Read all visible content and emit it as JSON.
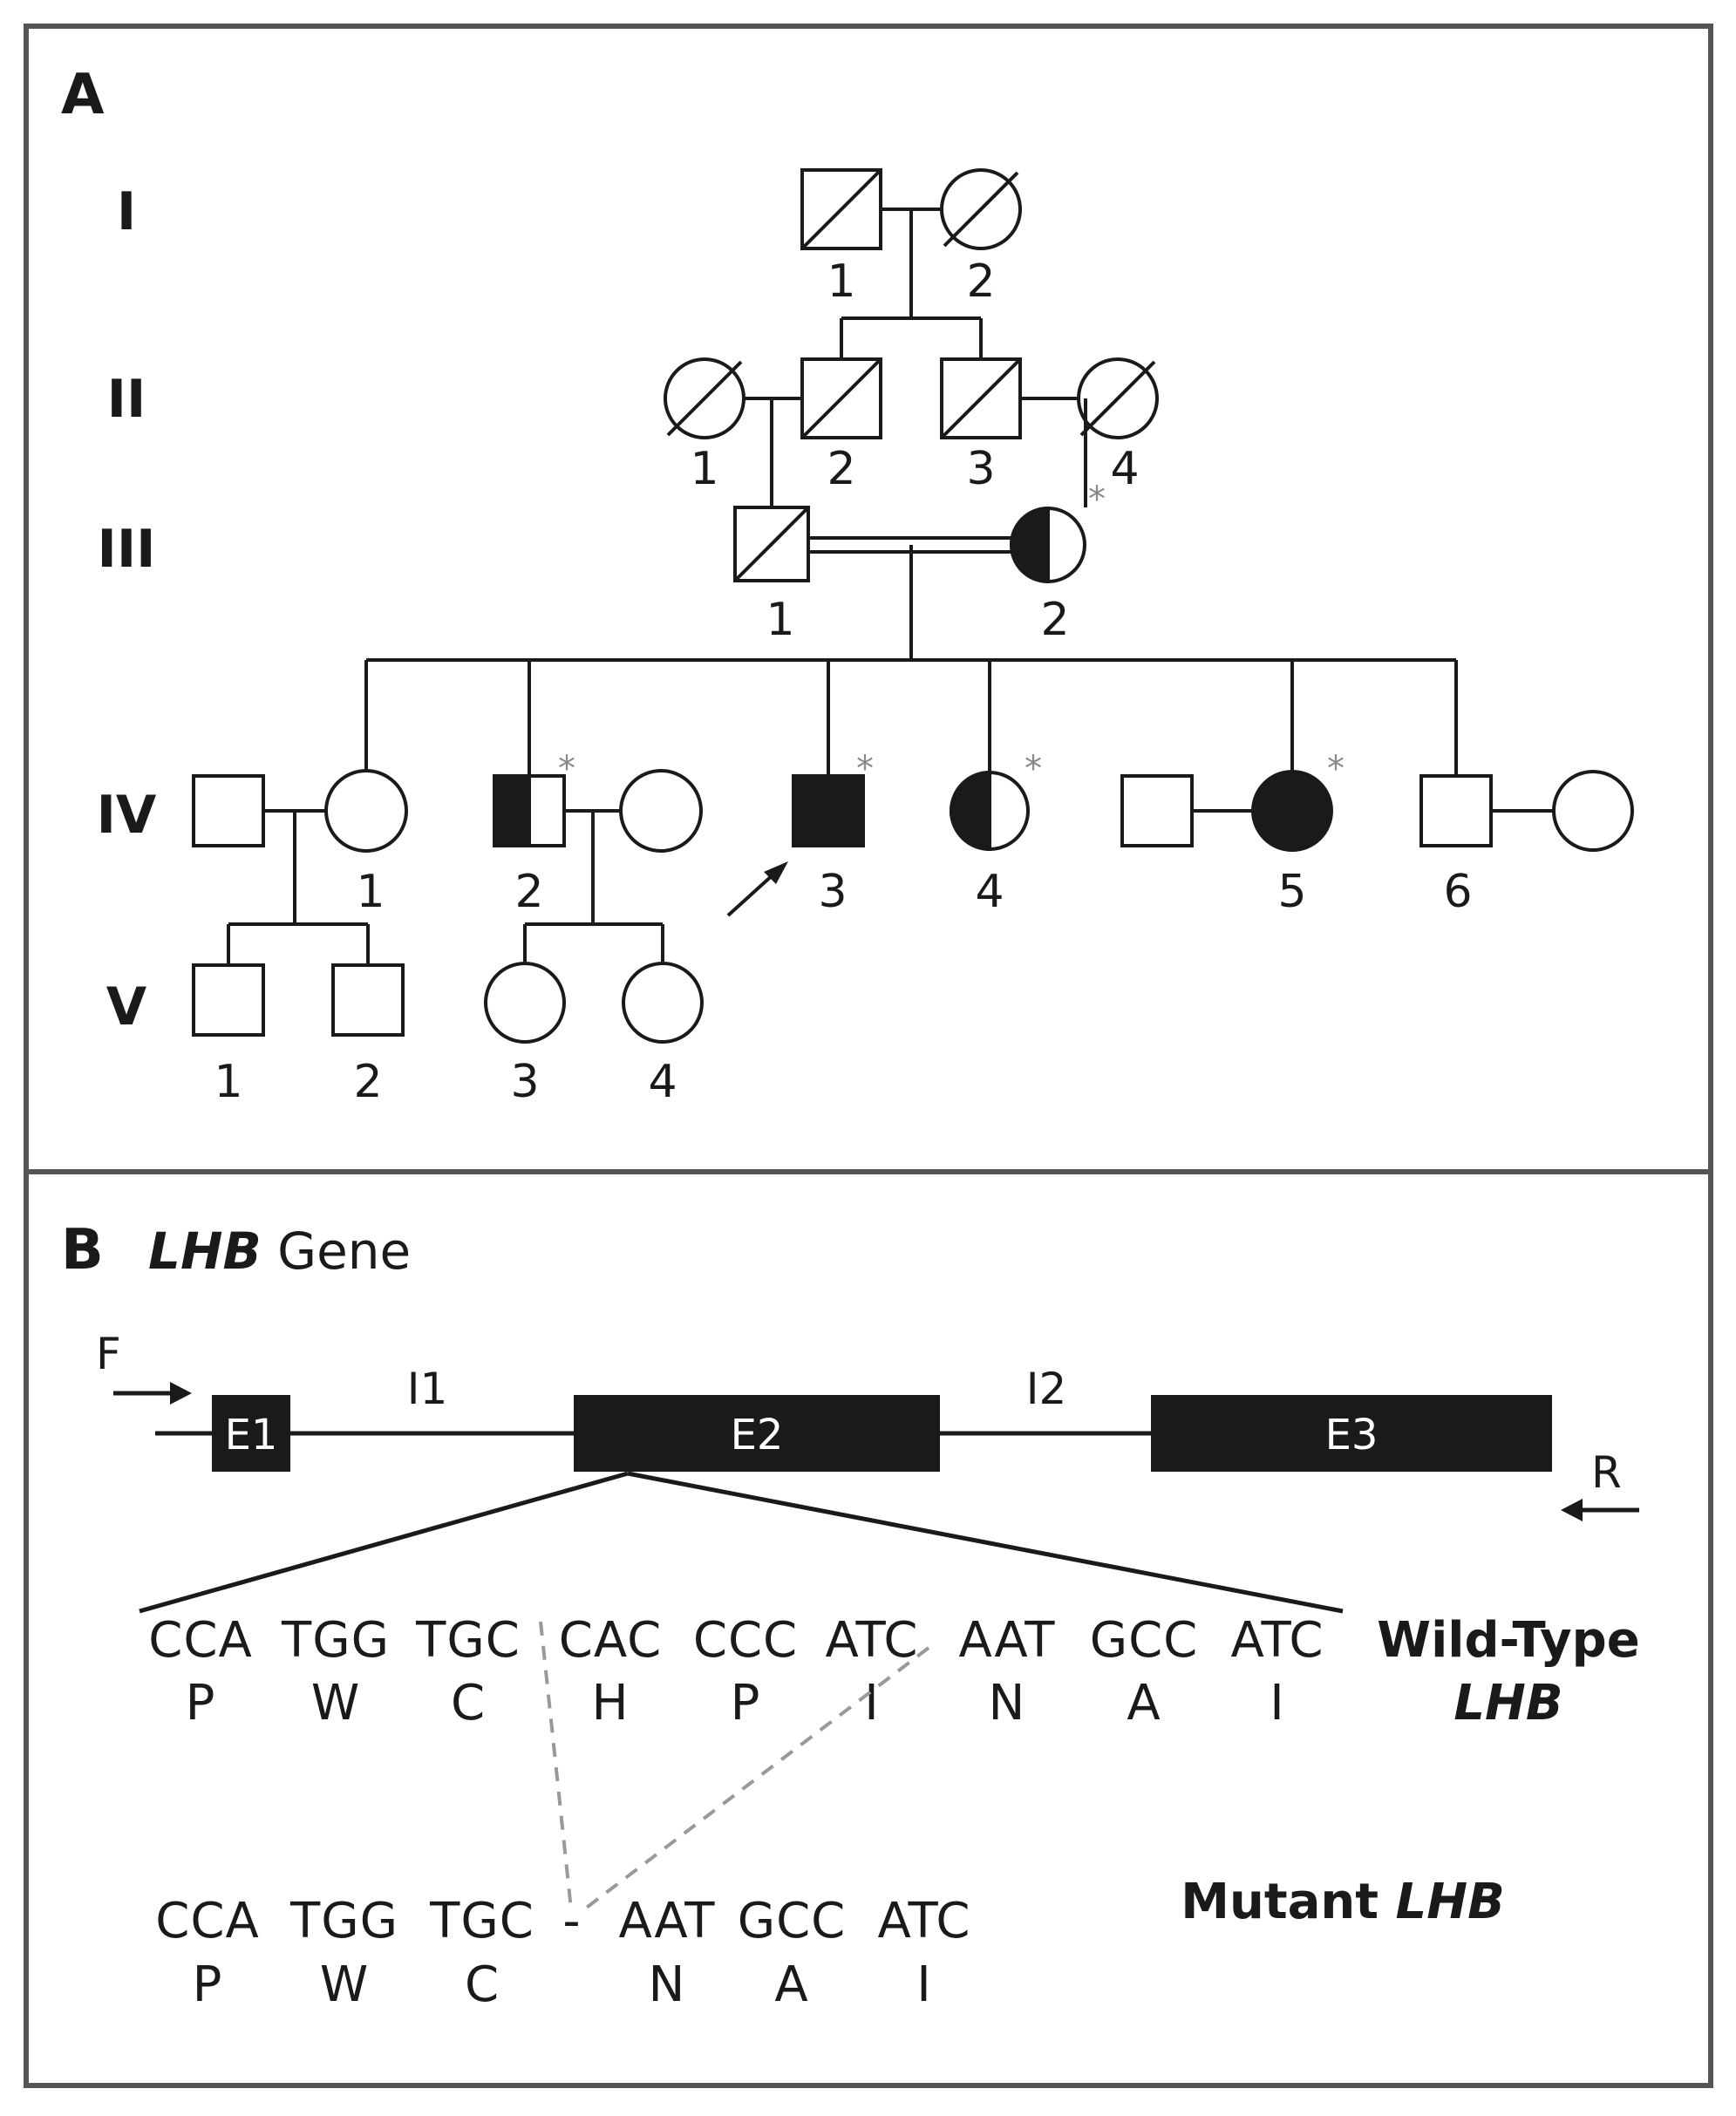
{
  "panel_a": {
    "label": "A",
    "generations": [
      "I",
      "II",
      "III",
      "IV",
      "V"
    ],
    "gen_I": {
      "n1": "1",
      "n2": "2"
    },
    "gen_II": {
      "n1": "1",
      "n2": "2",
      "n3": "3",
      "n4": "4"
    },
    "gen_III": {
      "n1": "1",
      "n2": "2"
    },
    "gen_IV": {
      "n1": "1",
      "n2": "2",
      "n3": "3",
      "n4": "4",
      "n5": "5",
      "n6": "6"
    },
    "gen_V": {
      "n1": "1",
      "n2": "2",
      "n3": "3",
      "n4": "4"
    },
    "asterisk": "*"
  },
  "panel_b": {
    "label": "B",
    "gene_italic": "LHB",
    "gene_word": " Gene",
    "primer_forward": "F",
    "primer_reverse": "R",
    "exons": [
      "E1",
      "E2",
      "E3"
    ],
    "introns": [
      "I1",
      "I2"
    ],
    "wild_type": {
      "codons": [
        "CCA",
        "TGG",
        "TGC",
        "CAC",
        "CCC",
        "ATC",
        "AAT",
        "GCC",
        "ATC"
      ],
      "amino_acids": [
        "P",
        "W",
        "C",
        "H",
        "P",
        "I",
        "N",
        "A",
        "I"
      ],
      "label_line1": "Wild-Type",
      "label_line2": "LHB"
    },
    "mutant": {
      "codons": [
        "CCA",
        "TGG",
        "TGC",
        "-",
        "AAT",
        "GCC",
        "ATC"
      ],
      "amino_acids": [
        "P",
        "W",
        "C",
        "N",
        "A",
        "I"
      ],
      "label_word": "Mutant ",
      "label_italic": "LHB"
    }
  }
}
